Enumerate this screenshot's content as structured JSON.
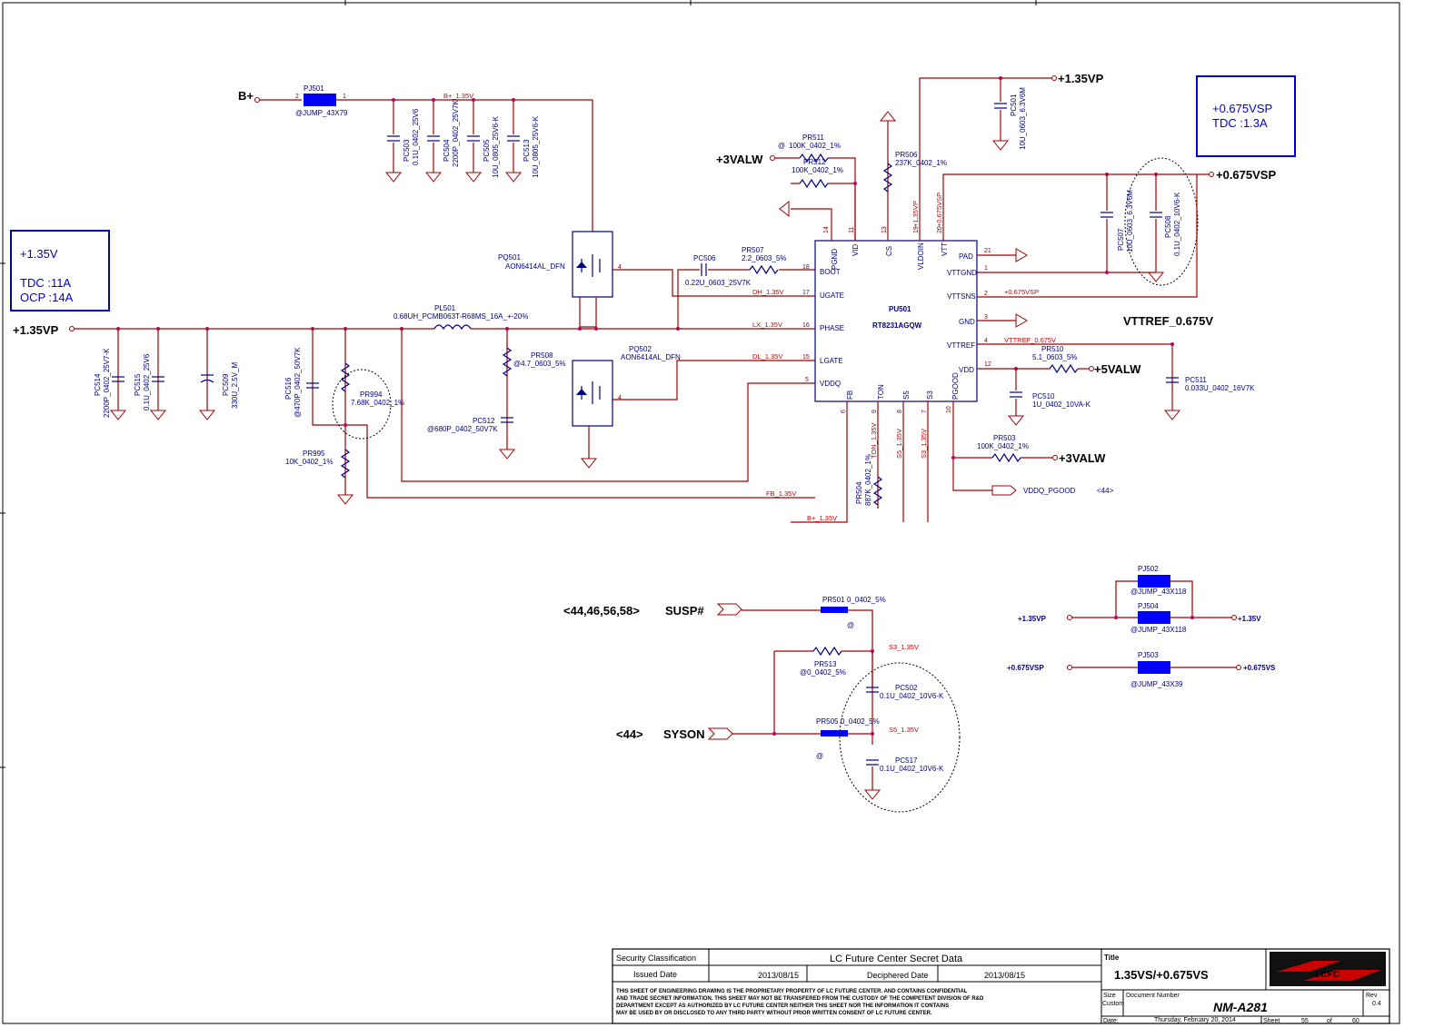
{
  "power_nets": {
    "b_plus": "B+",
    "p135vp": "+1.35VP",
    "p3valw": "+3VALW",
    "p5valw": "+5VALW",
    "p0675vsp": "+0.675VSP",
    "vttref": "VTTREF_0.675V",
    "p135v": "+1.35V",
    "p0675vs": "+0.675VS"
  },
  "info_boxes": {
    "rail135": [
      "+1.35V",
      "TDC :11A",
      "OCP :14A"
    ],
    "rail0675": [
      "+0.675VSP",
      "TDC :1.3A"
    ]
  },
  "nets": {
    "b135": "B+_1.35V",
    "dh": "DH_1.35V",
    "lx": "LX_1.35V",
    "dl": "DL_1.35V",
    "fb": "FB_1.35V",
    "bp": "B+_1.35V",
    "ton": "TON_1.35V",
    "s5": "S5_1.35V",
    "s3": "S3_1.35V",
    "vdoin": "+1.35VP",
    "vtt": "+0.675VSP",
    "vttsns": "+0.675VSP",
    "vttref": "VTTREF_0.675V",
    "vddq_pgood": "VDDQ_PGOOD",
    "ref44a": "<44>",
    "s3b": "S3_1.35V",
    "s5b": "S5_1.35V"
  },
  "signals": {
    "susp": "SUSP#",
    "susp_ref": "<44,46,56,58>",
    "syson": "SYSON",
    "syson_ref": "<44>"
  },
  "ic": {
    "ref": "PU501",
    "part": "RT8231AGQW",
    "left_pins": [
      {
        "num": "18",
        "name": "BOOT"
      },
      {
        "num": "17",
        "name": "UGATE"
      },
      {
        "num": "16",
        "name": "PHASE"
      },
      {
        "num": "15",
        "name": "LGATE"
      },
      {
        "num": "5",
        "name": "VDDQ"
      }
    ],
    "right_pins": [
      {
        "num": "21",
        "name": "PAD"
      },
      {
        "num": "1",
        "name": "VTTGND"
      },
      {
        "num": "2",
        "name": "VTTSNS"
      },
      {
        "num": "3",
        "name": "GND"
      },
      {
        "num": "4",
        "name": "VTTREF"
      },
      {
        "num": "12",
        "name": "VDD"
      }
    ],
    "top_pins": [
      {
        "num": "14",
        "name": "PGND"
      },
      {
        "num": "11",
        "name": "VID"
      },
      {
        "num": "13",
        "name": "CS"
      },
      {
        "num": "19",
        "name": "VLDOIN"
      },
      {
        "num": "20",
        "name": "VTT"
      }
    ],
    "bottom_pins": [
      {
        "num": "6",
        "name": "FB"
      },
      {
        "num": "9",
        "name": "TON"
      },
      {
        "num": "8",
        "name": "S5"
      },
      {
        "num": "7",
        "name": "S3"
      },
      {
        "num": "10",
        "name": "PGOOD"
      }
    ]
  },
  "components": {
    "pj501": {
      "ref": "PJ501",
      "val": "@JUMP_43X79"
    },
    "pc503": {
      "ref": "PC503",
      "val": "0.1U_0402_25V6"
    },
    "pc504": {
      "ref": "PC504",
      "val": "2200P_0402_25V7K"
    },
    "pc505": {
      "ref": "PC505",
      "val": "10U_0805_25V6-K"
    },
    "pc513": {
      "ref": "PC513",
      "val": "10U_0805_25V6-K"
    },
    "pq501": {
      "ref": "PQ501",
      "val": "AON6414AL_DFN"
    },
    "pq502": {
      "ref": "PQ502",
      "val": "AON6414AL_DFN"
    },
    "pc506": {
      "ref": "PC506",
      "val": "0.22U_0603_25V7K"
    },
    "pr507": {
      "ref": "PR507",
      "val": "2.2_0603_5%"
    },
    "pl501": {
      "ref": "PL501",
      "val": "0.68UH_PCMB063T-R68MS_16A_+-20%"
    },
    "pr508": {
      "ref": "PR508",
      "val": "@4.7_0603_5%"
    },
    "pc512": {
      "ref": "PC512",
      "val": "@680P_0402_50V7K"
    },
    "pc514": {
      "ref": "PC514",
      "val": "2200P_0402_25V7-K"
    },
    "pc515": {
      "ref": "PC515",
      "val": "0.1U_0402_25V6"
    },
    "pc509": {
      "ref": "PC509",
      "val": "330U_2.5V_M"
    },
    "pc516": {
      "ref": "PC516",
      "val": "@470P_0402_50V7K"
    },
    "pr994": {
      "ref": "PR994",
      "val": "7.68K_0402_1%"
    },
    "pr995": {
      "ref": "PR995",
      "val": "10K_0402_1%"
    },
    "pr511": {
      "ref": "PR511",
      "val": "100K_0402_1%"
    },
    "pr512": {
      "ref": "PR512",
      "val": "100K_0402_1%"
    },
    "pr506": {
      "ref": "PR506",
      "val": "237K_0402_1%"
    },
    "pc501": {
      "ref": "PC501",
      "val": "10U_0603_6.3V6M"
    },
    "pc507": {
      "ref": "PC507",
      "val": "10U_0603_6.3V6M"
    },
    "pc508": {
      "ref": "PC508",
      "val": "0.1U_0402_10V6-K"
    },
    "pr510": {
      "ref": "PR510",
      "val": "5.1_0603_5%"
    },
    "pc510": {
      "ref": "PC510",
      "val": "1U_0402_10VA-K"
    },
    "pc511": {
      "ref": "PC511",
      "val": "0.033U_0402_16V7K"
    },
    "pr503": {
      "ref": "PR503",
      "val": "100K_0402_1%"
    },
    "pr504": {
      "ref": "PR504",
      "val": "887K_0402_1%"
    },
    "pr501": {
      "ref": "PR501",
      "val": "0_0402_5%"
    },
    "pr513": {
      "ref": "PR513",
      "val": "@0_0402_5%"
    },
    "pc502": {
      "ref": "PC502",
      "val": "0.1U_0402_10V6-K"
    },
    "pr505": {
      "ref": "PR505",
      "val": "0_0402_5%"
    },
    "pc517": {
      "ref": "PC517",
      "val": "0.1U_0402_10V6-K"
    },
    "pj502": {
      "ref": "PJ502",
      "val": "@JUMP_43X118"
    },
    "pj504": {
      "ref": "PJ504",
      "val": "@JUMP_43X118"
    },
    "pj503": {
      "ref": "PJ503",
      "val": "@JUMP_43X39"
    }
  },
  "misc": {
    "at": "@"
  },
  "title_block": {
    "security_label": "Security Classification",
    "security_value": "LC Future Center Secret Data",
    "issued_label": "Issued Date",
    "issued_value": "2013/08/15",
    "deciphered_label": "Deciphered Date",
    "deciphered_value": "2013/08/15",
    "notice": [
      "THIS SHEET OF ENGINEERING DRAWING IS THE PROPRIETARY PROPERTY OF LC FUTURE CENTER. AND CONTAINS CONFIDENTIAL",
      "AND TRADE SECRET INFORMATION. THIS SHEET MAY NOT BE TRANSFERED FROM THE CUSTODY OF THE COMPETENT DIVISION OF R&D",
      "DEPARTMENT EXCEPT AS AUTHORIZED BY LC FUTURE CENTER NEITHER THIS SHEET NOR THE INFORMATION IT CONTAINS",
      "MAY BE USED BY OR DISCLOSED TO ANY THIRD PARTY WITHOUT PRIOR WRITTEN CONSENT OF LC FUTURE CENTER."
    ],
    "title_label": "Title",
    "title_value": "1.35VS/+0.675VS",
    "size_label": "Size",
    "size_value": "Custom",
    "docnum_label": "Document Number",
    "docnum_value": "NM-A281",
    "rev_label": "Rev",
    "rev_value": "0.4",
    "date_label": "Date:",
    "date_value": "Thursday, February 20, 2014",
    "sheet_label": "Sheet",
    "sheet_value": "55",
    "of_label": "of",
    "of_value": "60",
    "logo_text": "LCFC"
  },
  "colors": {
    "wire": "#a00000",
    "part": "#000080",
    "junction": "#c00060",
    "jumper": "#0000ff",
    "info_box": "#0000cc"
  }
}
